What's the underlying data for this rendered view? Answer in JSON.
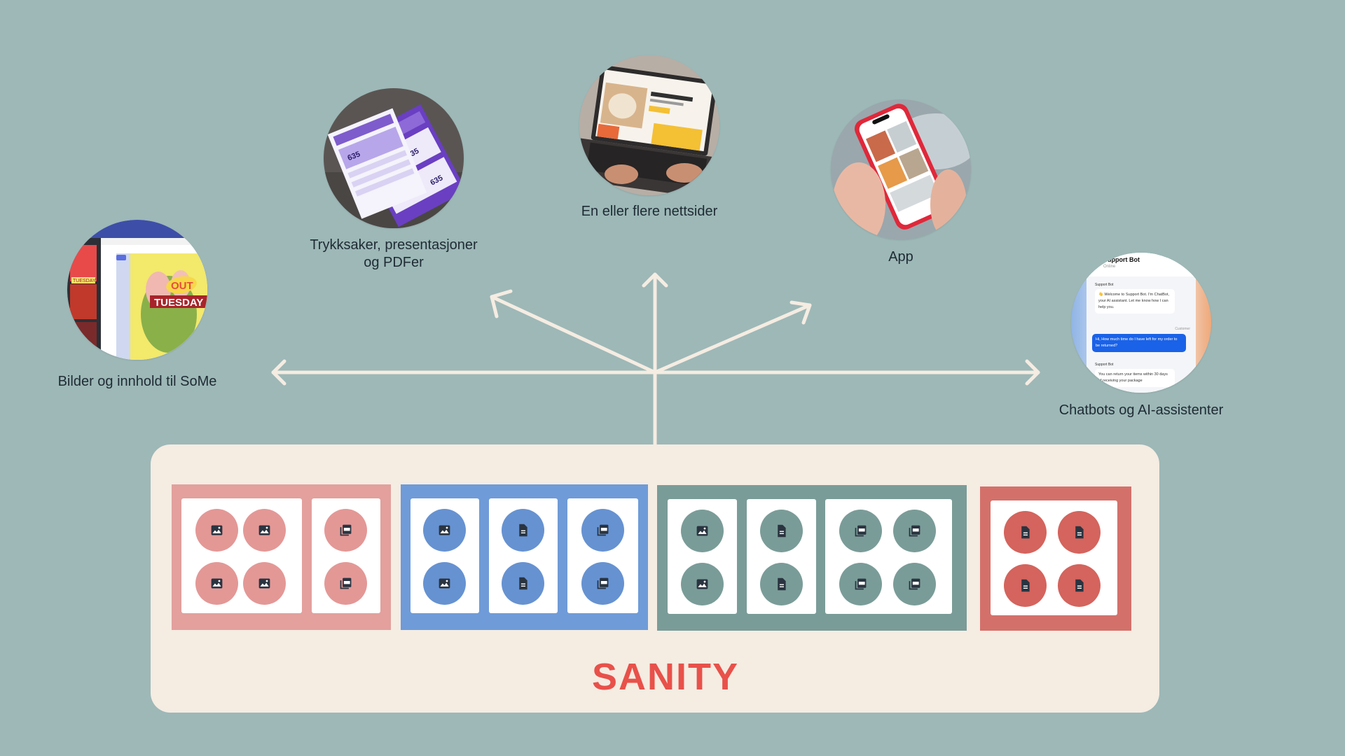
{
  "channels": [
    {
      "id": "some",
      "label": "Bilder og innhold til SoMe",
      "image": "social-media-editor-photo"
    },
    {
      "id": "print",
      "label_line1": "Trykksaker, presentasjoner",
      "label_line2": "og PDFer",
      "image": "printed-brochures-photo"
    },
    {
      "id": "web",
      "label": "En eller flere nettsider",
      "image": "laptop-website-photo"
    },
    {
      "id": "app",
      "label": "App",
      "image": "phone-app-photo"
    },
    {
      "id": "chat",
      "label": "Chatbots og AI-assistenter",
      "image": "chatbot-screenshot"
    }
  ],
  "chatbot_preview": {
    "name": "Support Bot",
    "status": "Online",
    "sender": "Support Bot",
    "message_1": "👋 Welcome to Support Bot. I'm ChatBot, your AI assistant. Let me know how I can help you.",
    "customer_label": "Customer",
    "customer_message": "Hi, How much time do I have left for my order to be returned?",
    "message_2": "You can return your items within 30 days of receiving your package"
  },
  "social_preview": {
    "sticker_1": "OUT",
    "sticker_2": "TUESDAY",
    "sticker_3": "TUESDAY"
  },
  "print_preview": {
    "big_number": "635"
  },
  "content_groups": [
    {
      "color": "#e3a09d",
      "dot_color": "#e39896",
      "icons": [
        "image",
        "image",
        "image",
        "image",
        "pdf",
        "pdf"
      ]
    },
    {
      "color": "#6f9bd8",
      "dot_color": "#6692d1",
      "icons": [
        "image",
        "image",
        "document",
        "document",
        "pdf",
        "pdf"
      ]
    },
    {
      "color": "#7a9c98",
      "dot_color": "#7a9c98",
      "icons": [
        "image",
        "image",
        "document",
        "document",
        "pdf",
        "pdf",
        "pdf",
        "pdf"
      ]
    },
    {
      "color": "#d4706a",
      "dot_color": "#d4645d",
      "icons": [
        "document",
        "document",
        "document",
        "document"
      ]
    }
  ],
  "brand": {
    "logo_text": "SANITY",
    "color": "#e8514a"
  },
  "colors": {
    "background": "#9db8b7",
    "panel": "#f5ece2",
    "arrow": "#f5ece2",
    "icon_glyph": "#2a3440"
  }
}
